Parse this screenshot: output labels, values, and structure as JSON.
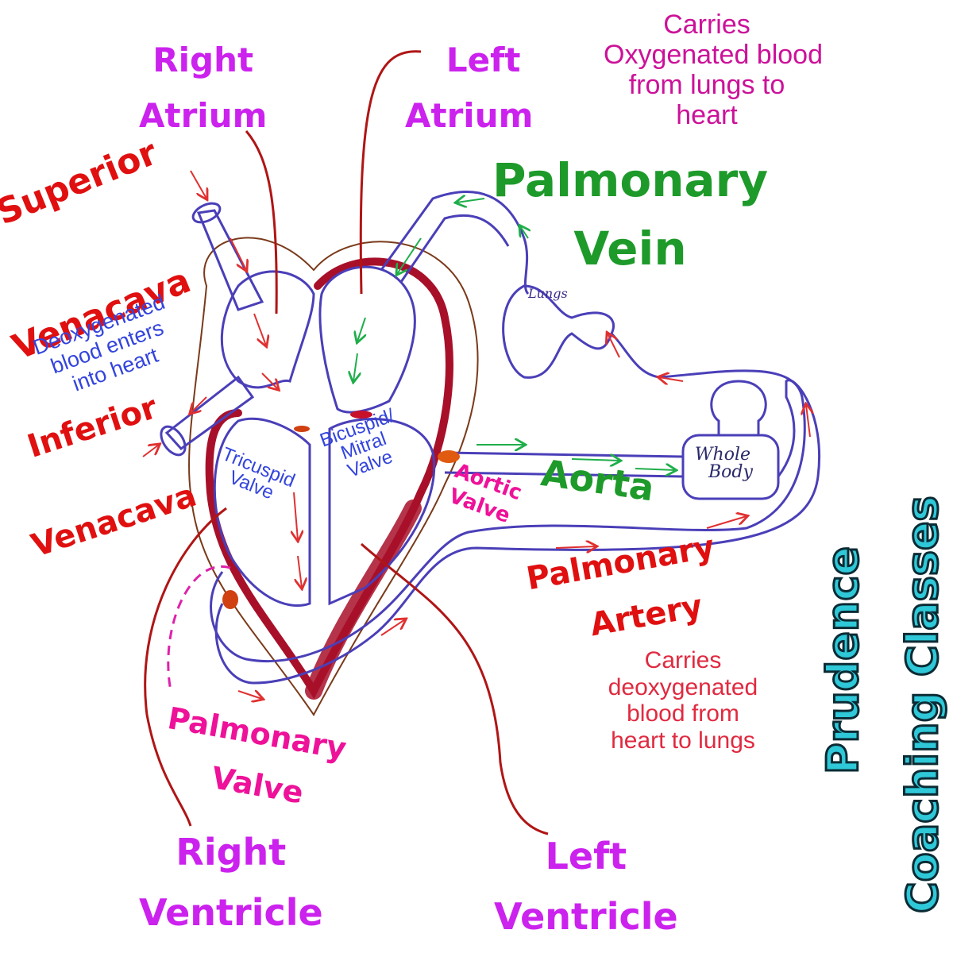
{
  "labels": {
    "right_atrium": [
      "Right",
      "Atrium"
    ],
    "left_atrium": [
      "Left",
      "Atrium"
    ],
    "pulmonary_vein": [
      "Palmonary",
      "Vein"
    ],
    "superior_venacava": [
      "Superior",
      "Venacava"
    ],
    "inferior_venacava": [
      "Inferior",
      "Venacava"
    ],
    "aorta": "Aorta",
    "pulmonary_artery": [
      "Palmonary",
      "Artery"
    ],
    "pulmonary_valve": [
      "Palmonary",
      "Valve"
    ],
    "right_ventricle": [
      "Right",
      "Ventricle"
    ],
    "left_ventricle": [
      "Left",
      "Ventricle"
    ],
    "tricuspid_valve": [
      "Tricuspid",
      "Valve"
    ],
    "bicuspid_valve": [
      "Bicuspid/",
      "Mitral",
      "Valve"
    ],
    "aortic_valve": [
      "Aortic",
      "Valve"
    ],
    "lungs": "Lungs",
    "whole_body": [
      "Whole",
      "Body"
    ]
  },
  "notes": {
    "pulmonary_vein_note": [
      "Carries",
      "Oxygenated blood",
      "from lungs to",
      "heart"
    ],
    "venacava_note": [
      "Deoxygenated",
      "blood enters",
      "into heart"
    ],
    "pulmonary_artery_note": [
      "Carries",
      "deoxygenated",
      "blood from",
      "heart to lungs"
    ]
  },
  "brand": [
    "Prudence",
    "Coaching Classes"
  ],
  "colors": {
    "magenta": "#cc22ee",
    "pink": "#ee1199",
    "red": "#e01010",
    "green": "#1e9a2a",
    "blue": "#3344dd",
    "cyan": "#2ec8d8",
    "vessel_blue": "#4a3fb8",
    "heart_red": "#a8102a",
    "pointer": "#b01515"
  }
}
